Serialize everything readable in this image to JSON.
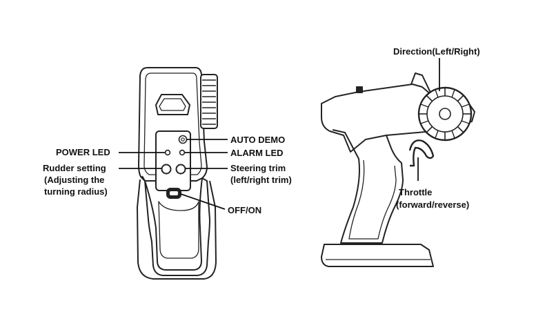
{
  "labels": {
    "auto_demo": "AUTO DEMO",
    "power_led": "POWER LED",
    "alarm_led": "ALARM LED",
    "rudder_line1": "Rudder setting",
    "rudder_line2": "(Adjusting the",
    "rudder_line3": "turning radius)",
    "steering_line1": "Steering trim",
    "steering_line2": "(left/right trim)",
    "off_on": "OFF/ON",
    "direction": "Direction(Left/Right)",
    "throttle_line1": "Throttle",
    "throttle_line2": "(forward/reverse)"
  },
  "colors": {
    "ink": "#111111",
    "line": "#222222",
    "fill": "#ffffff"
  }
}
